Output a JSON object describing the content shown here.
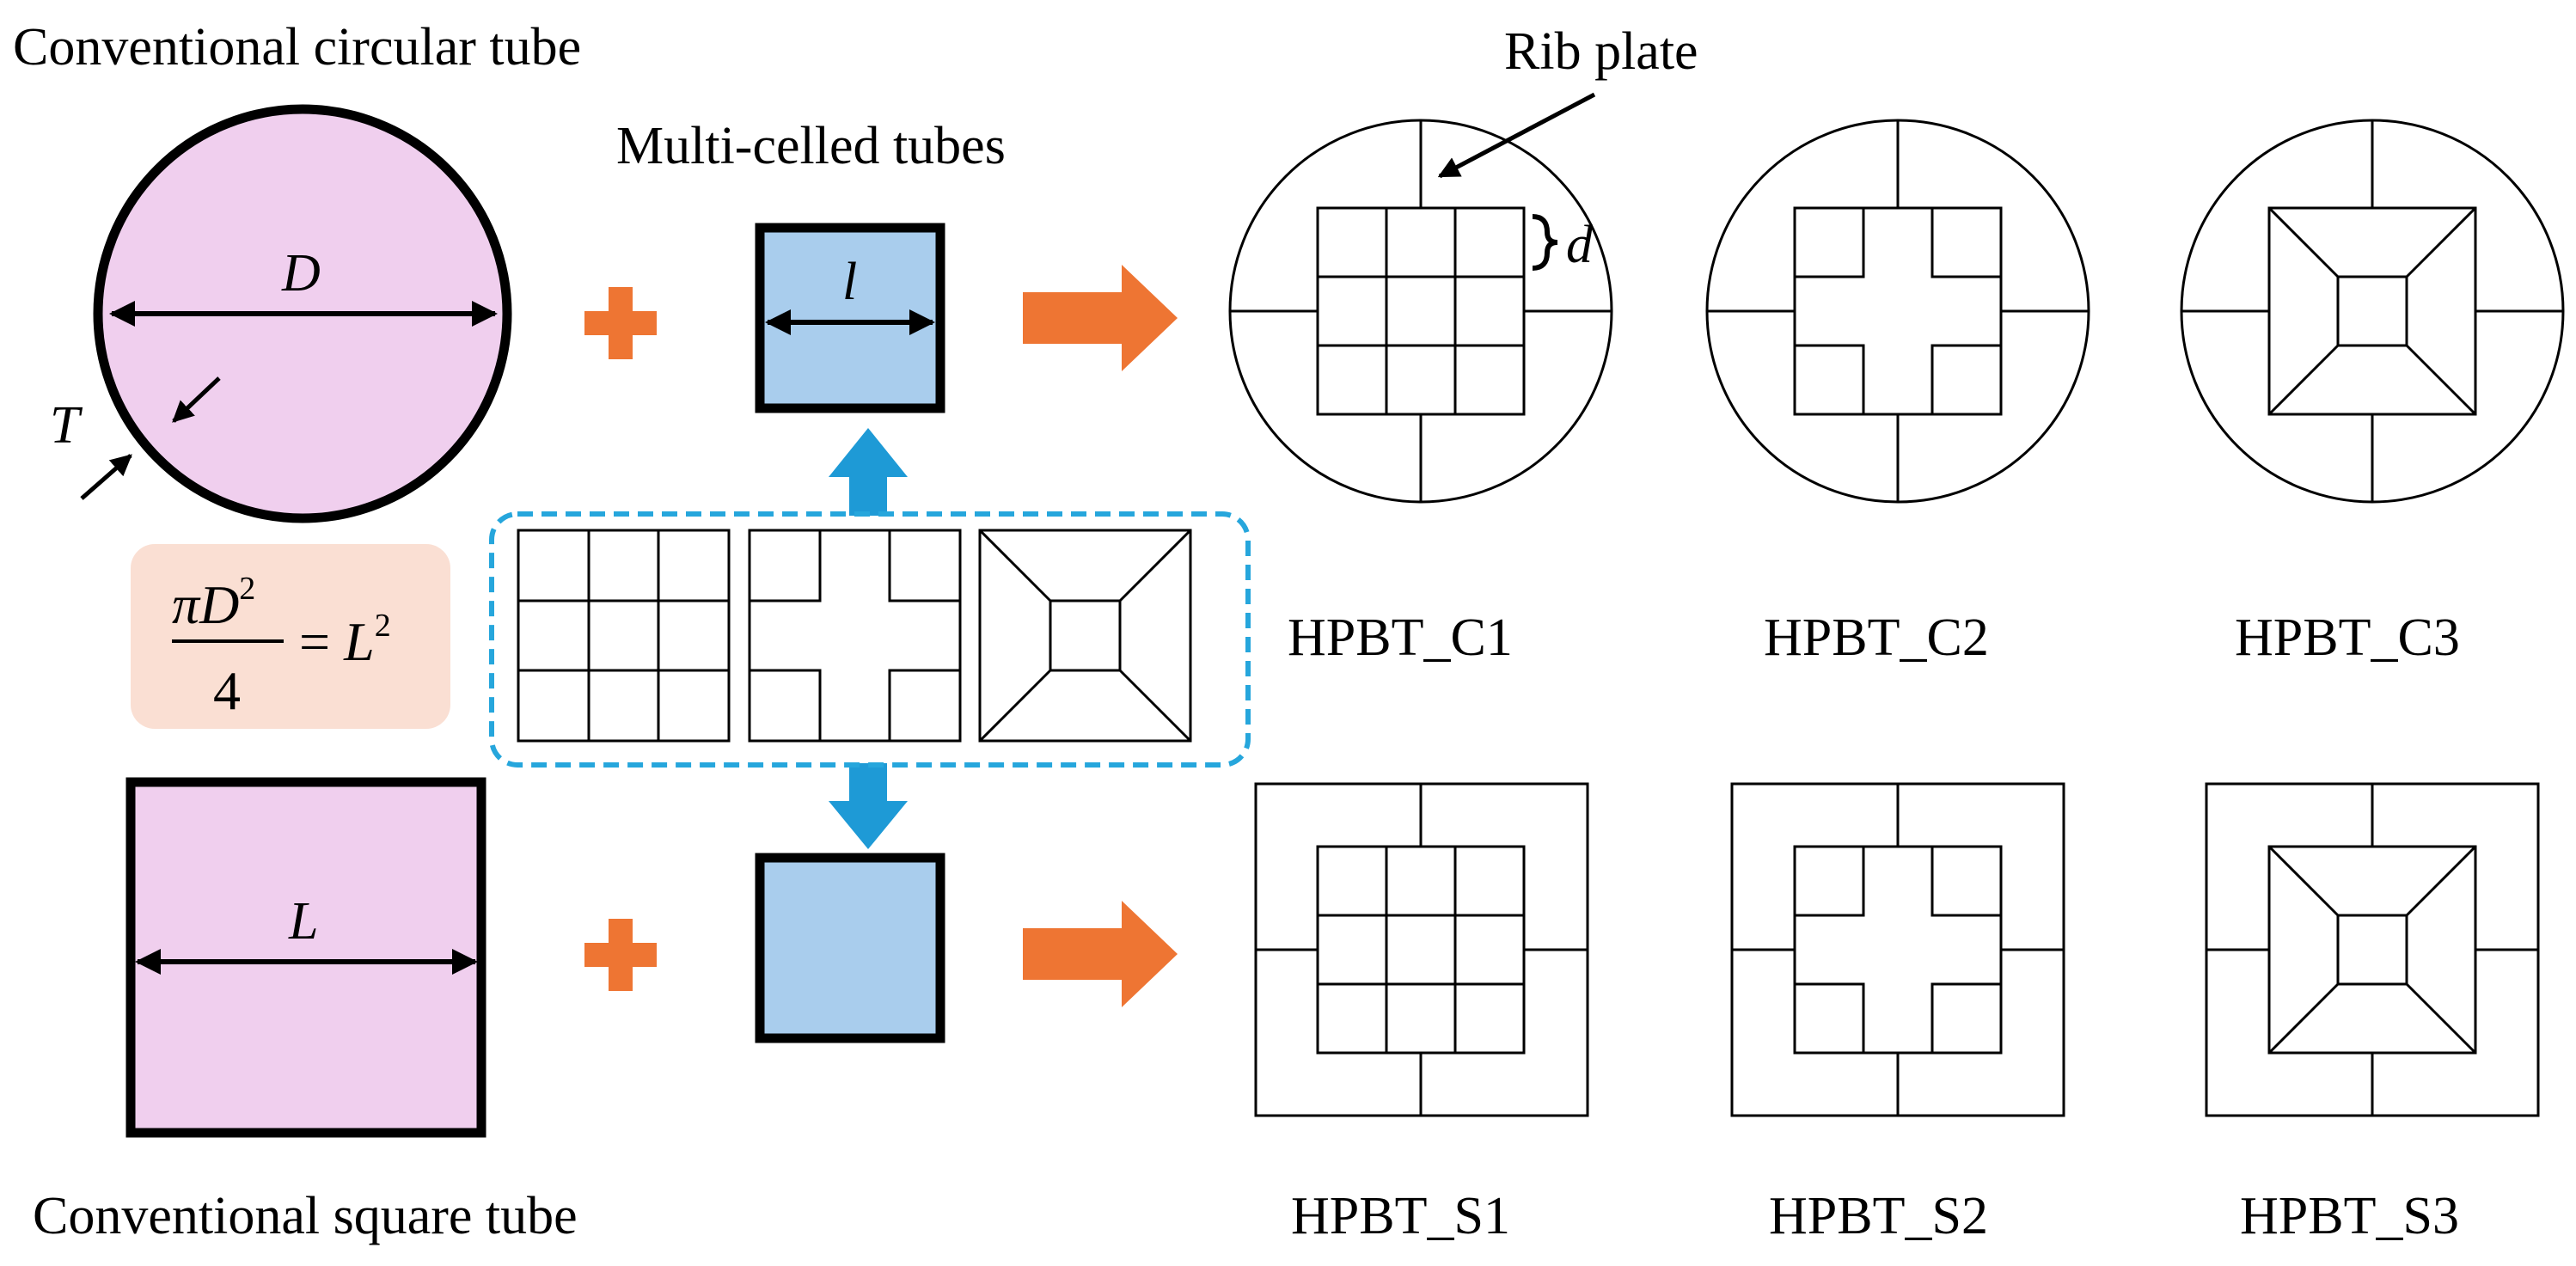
{
  "labels": {
    "circular_tube": "Conventional circular tube",
    "square_tube": "Conventional square tube",
    "multi_celled": "Multi-celled tubes",
    "rib_plate": "Rib plate"
  },
  "symbols": {
    "D": "D",
    "T": "T",
    "L": "L",
    "l": "l",
    "d": "d"
  },
  "equation": {
    "pi": "π",
    "D": "D",
    "exp": "2",
    "denominator": "4",
    "equals": "= ",
    "L": "L",
    "rhs_exp": "2"
  },
  "designs": {
    "c1": "HPBT_C1",
    "c2": "HPBT_C2",
    "c3": "HPBT_C3",
    "s1": "HPBT_S1",
    "s2": "HPBT_S2",
    "s3": "HPBT_S3"
  },
  "colors": {
    "tube_fill": "#F0CFEE",
    "cell_fill": "#A9CDED",
    "orange": "#EE7533",
    "blue_arrow": "#1E9AD6",
    "dashed_border": "#26A6DC",
    "equation_bg": "#FADFD3"
  }
}
